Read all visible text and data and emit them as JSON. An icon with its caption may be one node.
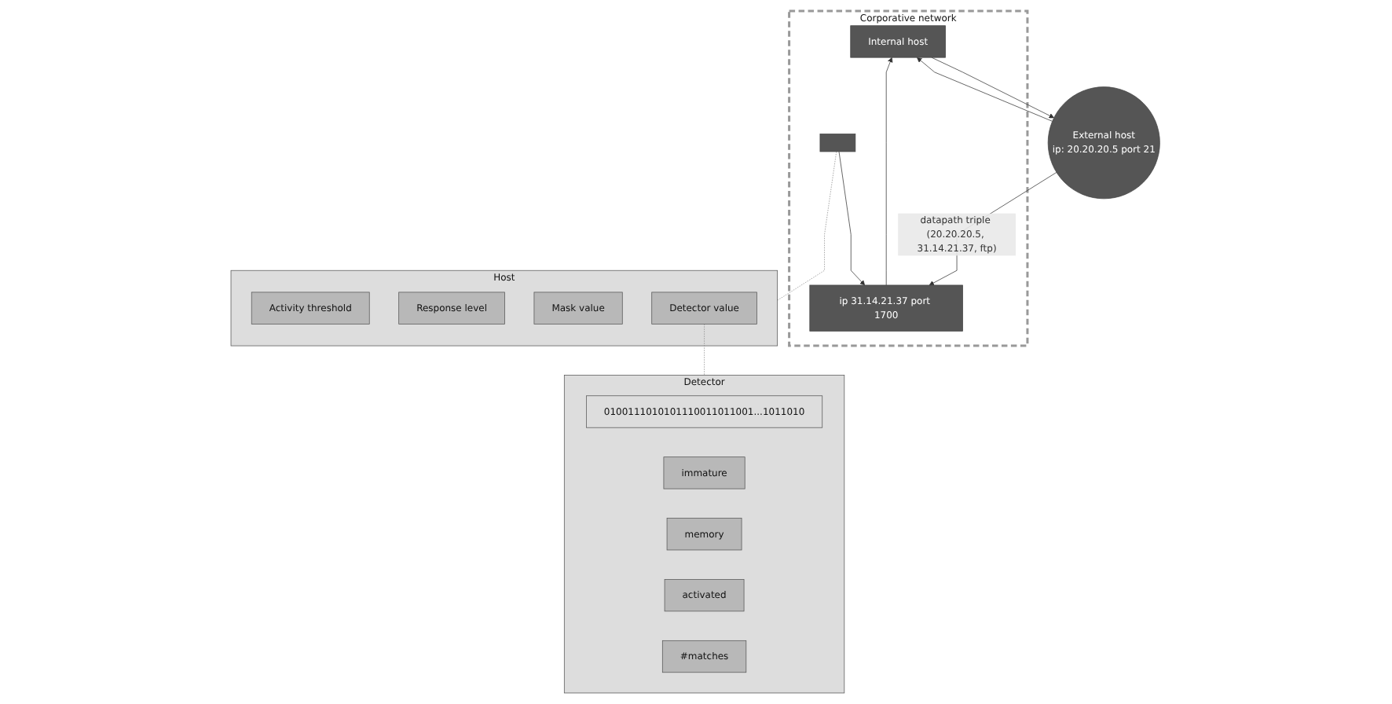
{
  "diagram": {
    "nodes": [
      {
        "text": [
          "Corporative network"
        ]
      },
      {
        "text": [
          "External host",
          "ip: 20.20.20.5 port 21"
        ]
      },
      {
        "text": [
          "Internal host"
        ],
        "in": 0
      },
      {
        "text": [
          "ip 31.14.21.37 port 1700"
        ],
        "in": 0
      },
      {
        "text": [],
        "shape": "box",
        "in": 0
      },
      {
        "text": [
          "Host"
        ]
      },
      {
        "text": [
          "Activity threshold"
        ],
        "in": 5
      },
      {
        "text": [
          "Response level"
        ],
        "in": 5
      },
      {
        "text": [
          "Mask value"
        ],
        "in": 5
      },
      {
        "text": [
          "Detector value"
        ],
        "in": 5
      },
      {
        "text": [
          "Detector"
        ]
      },
      {
        "text": [
          "0100111010101110011011001...1011010"
        ],
        "in": 10
      },
      {
        "text": [
          "immature"
        ],
        "in": 10
      },
      {
        "text": [
          "memory"
        ],
        "in": 10
      },
      {
        "text": [
          "activated"
        ],
        "in": 10
      },
      {
        "text": [
          "#matches"
        ],
        "in": 10
      }
    ],
    "edges": [
      {
        "from": 2,
        "to": 1,
        "arrow": "to"
      },
      {
        "from": 1,
        "to": 2,
        "arrow": "to"
      },
      {
        "from": 1,
        "to": 3,
        "arrow": "to",
        "label": "datapath triple (20.20.20.5, 31.14.21.37, ftp)"
      },
      {
        "from": 3,
        "to": 2,
        "arrow": "to"
      },
      {
        "from": 4,
        "to": 3,
        "arrow": "to"
      },
      {
        "from": 4,
        "to": 5,
        "arrow": "none",
        "style": "dashed",
        "color": "#888888"
      },
      {
        "from": 9,
        "to": 10,
        "arrow": "none",
        "style": "dashed",
        "color": "#888888"
      }
    ]
  }
}
